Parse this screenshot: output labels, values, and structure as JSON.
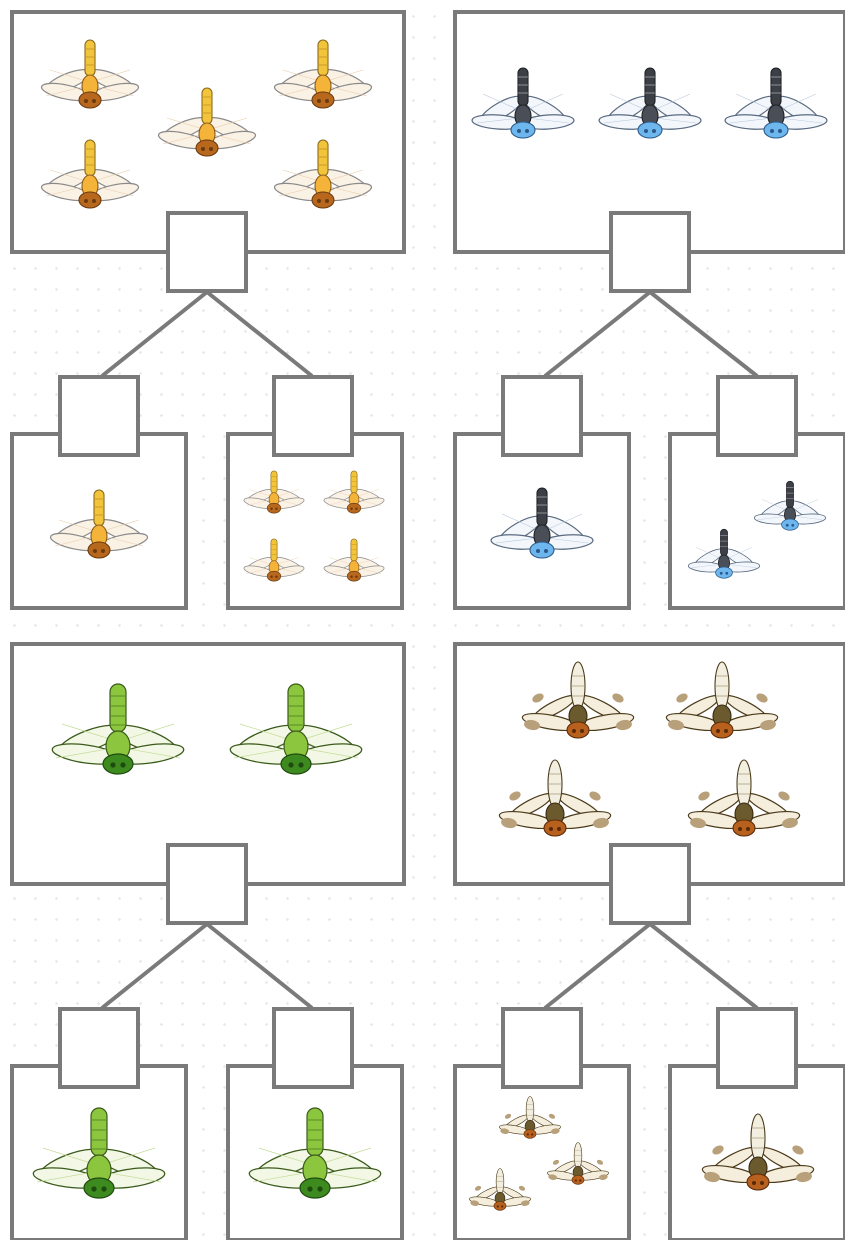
{
  "worksheet": {
    "title": "",
    "problems": [
      {
        "theme": "orange-dragonflies",
        "whole_count": 5,
        "left_part_count": 1,
        "right_part_count": 4,
        "body_color": "#f4b43a",
        "tail_color": "#f2c43b",
        "head_color": "#b8681c",
        "answer_boxes": [
          "",
          "",
          ""
        ]
      },
      {
        "theme": "blue-dragonflies",
        "whole_count": 3,
        "left_part_count": 1,
        "right_part_count": 2,
        "body_color": "#4a4f57",
        "tail_color": "#3c4046",
        "head_color": "#6eb6ee",
        "answer_boxes": [
          "",
          "",
          ""
        ]
      },
      {
        "theme": "green-dragonflies",
        "whole_count": 2,
        "left_part_count": 1,
        "right_part_count": 1,
        "body_color": "#8cc63f",
        "tail_color": "#8cc63f",
        "head_color": "#3d8a1e",
        "answer_boxes": [
          "",
          "",
          ""
        ]
      },
      {
        "theme": "brown-dragonflies",
        "whole_count": 4,
        "left_part_count": 3,
        "right_part_count": 1,
        "body_color": "#6b5a2e",
        "tail_color": "#f3efe0",
        "head_color": "#b8611e",
        "answer_boxes": [
          "",
          "",
          ""
        ]
      }
    ],
    "colors": {
      "outline": "#7a7a7a",
      "box_fill": "#ffffff",
      "wing_tint": "#eef3fb"
    }
  }
}
